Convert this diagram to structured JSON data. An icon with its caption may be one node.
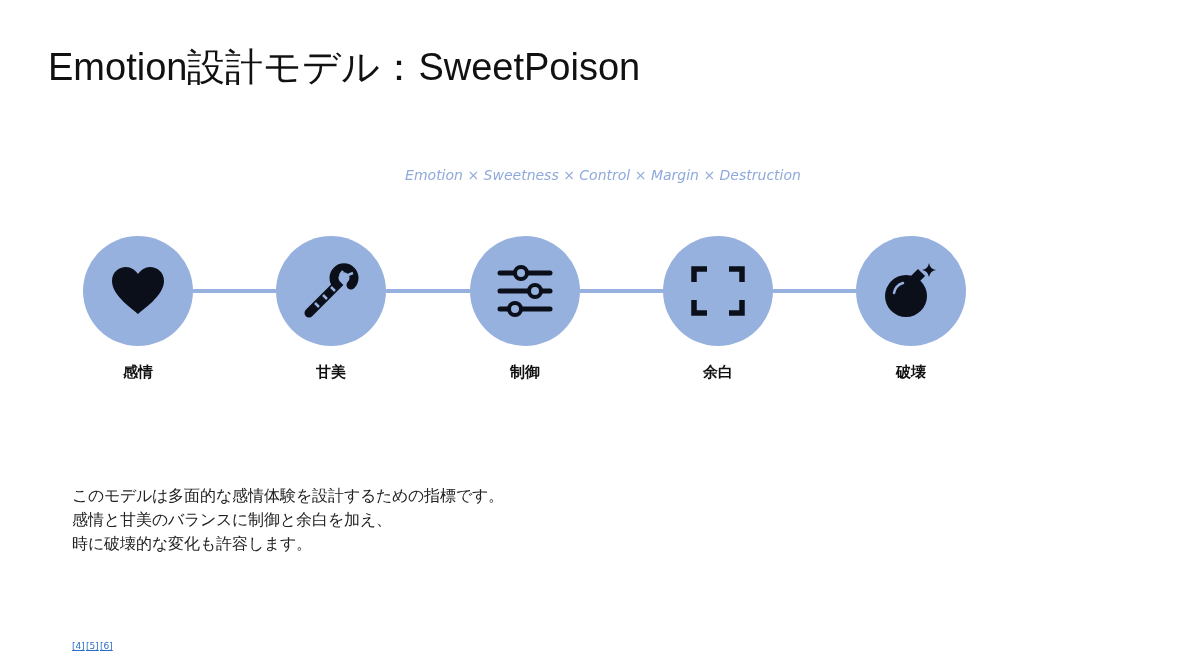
{
  "diagram": {
    "title": "Emotion設計モデル：SweetPoison",
    "nodes": [
      {
        "text": [
          "感情"
        ]
      },
      {
        "text": [
          "甘美"
        ]
      },
      {
        "text": [
          "制御"
        ]
      },
      {
        "text": [
          "余白"
        ]
      },
      {
        "text": [
          "破壊"
        ]
      }
    ],
    "edges": [
      {
        "from": 0,
        "to": 1,
        "arrow": "none"
      },
      {
        "from": 1,
        "to": 2,
        "arrow": "none"
      },
      {
        "from": 2,
        "to": 3,
        "arrow": "none"
      },
      {
        "from": 3,
        "to": 4,
        "arrow": "none"
      }
    ],
    "labels": [
      "Emotion × Sweetness × Control × Margin × Destruction",
      "このモデルは多面的な感情体験を設計するための指標です。",
      "感情と甘美のバランスに制御と余白を加え、",
      "時に破壊的な変化も許容します。",
      "[4]",
      "[5]",
      "[6]"
    ]
  }
}
